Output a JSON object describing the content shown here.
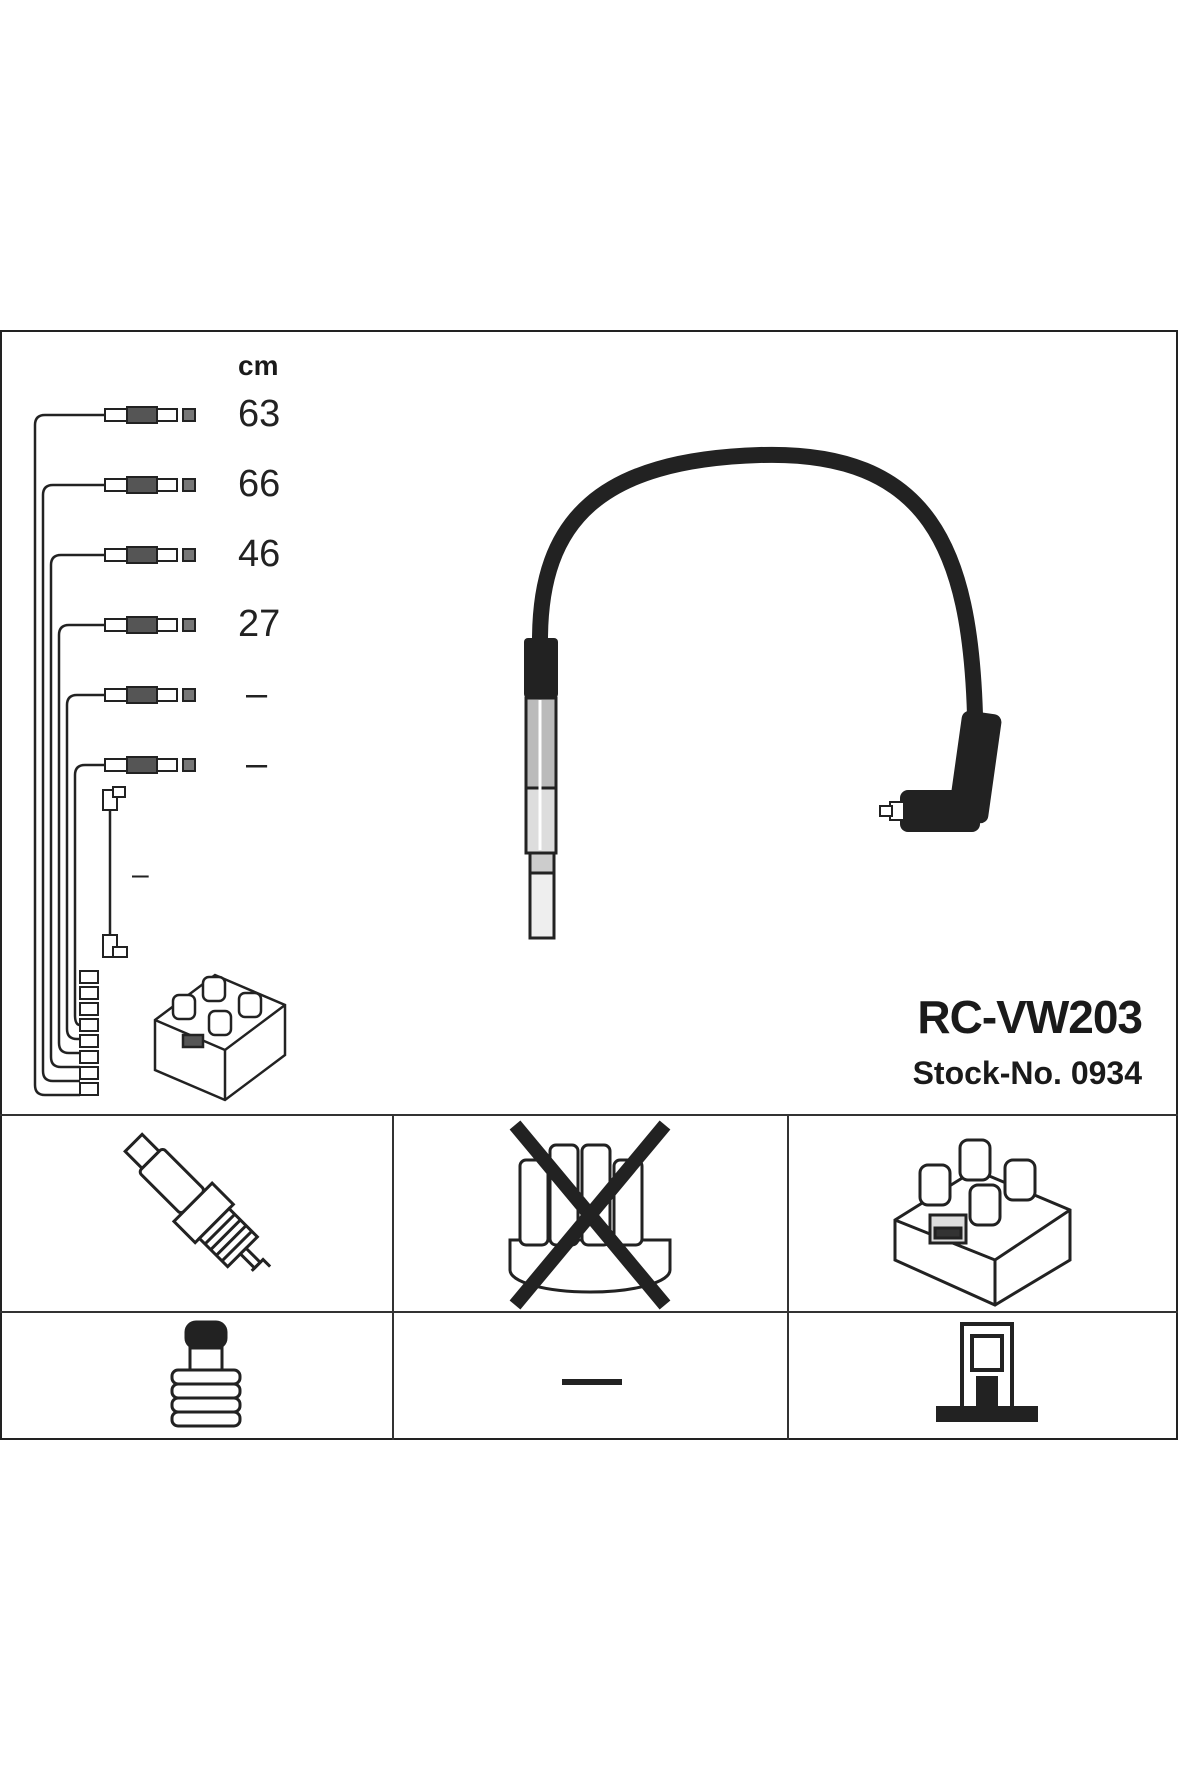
{
  "product": {
    "part_number": "RC-VW203",
    "stock_label": "Stock-No. 0934"
  },
  "lengths": {
    "unit": "cm",
    "items": [
      "63",
      "66",
      "46",
      "27",
      "–",
      "–"
    ],
    "extra_lead": "–"
  },
  "icons": {
    "cable": "ignition-cable-icon",
    "coil_small": "ignition-coil-icon",
    "spark_plug": "spark-plug-icon",
    "distributor_cap": "distributor-cap-crossed-icon",
    "coil_large": "ignition-coil-icon",
    "plug_connector": "spark-plug-connector-icon",
    "none": "dash-icon",
    "terminal": "coil-terminal-icon"
  }
}
